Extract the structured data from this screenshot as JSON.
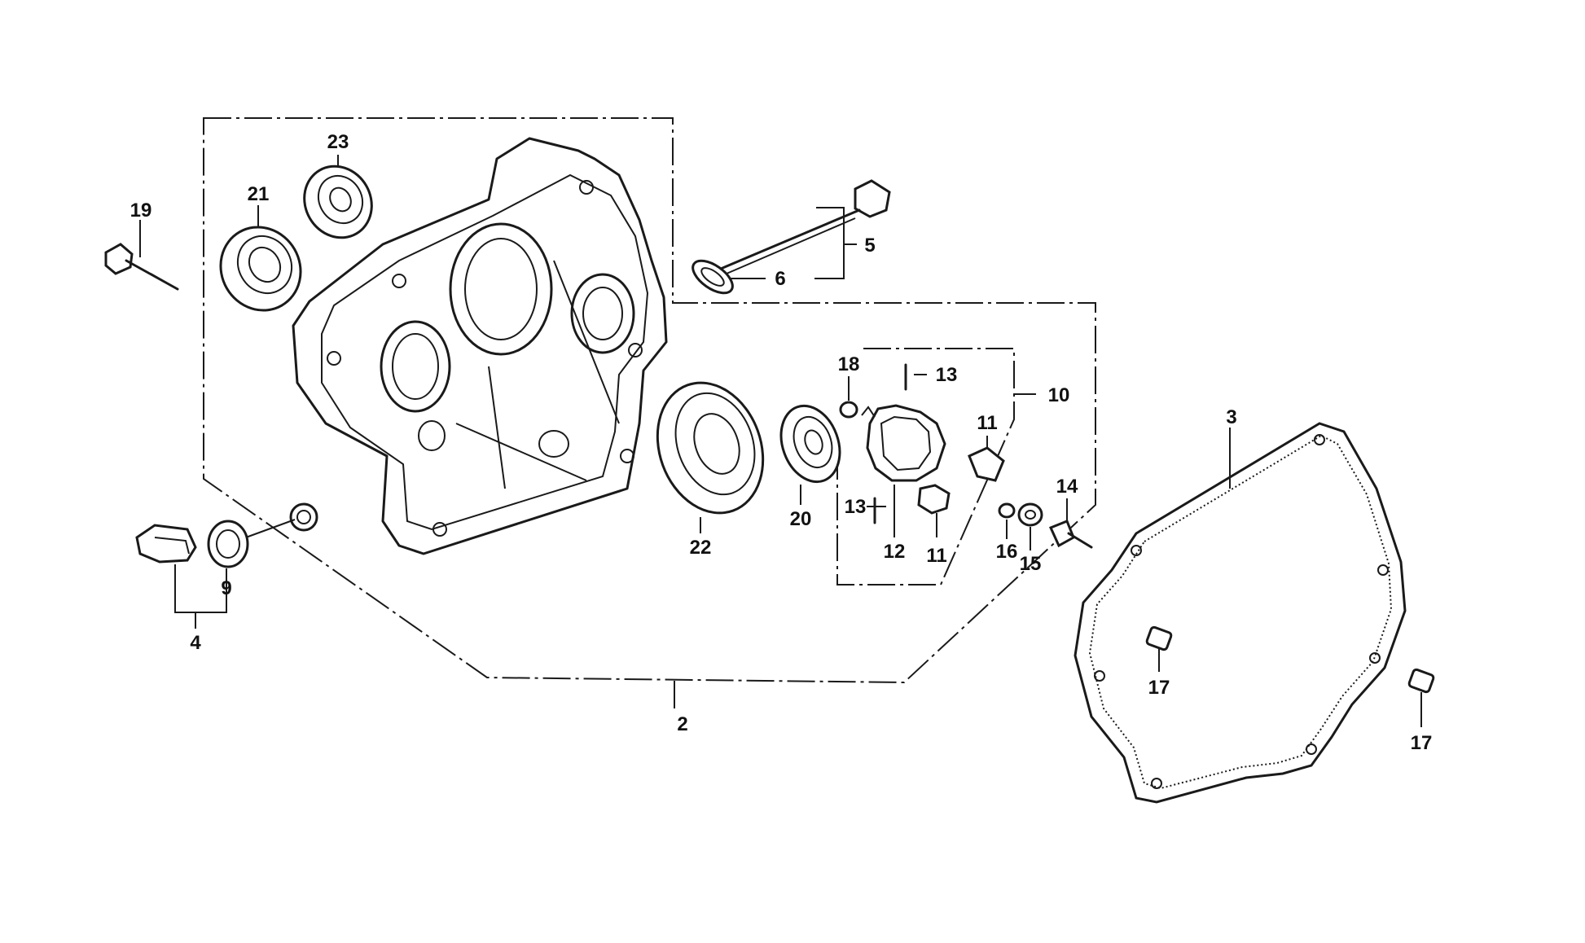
{
  "callouts": {
    "c2": "2",
    "c3": "3",
    "c4": "4",
    "c5": "5",
    "c6": "6",
    "c9": "9",
    "c10": "10",
    "c11a": "11",
    "c11b": "11",
    "c12": "12",
    "c13a": "13",
    "c13b": "13",
    "c14": "14",
    "c15": "15",
    "c16": "16",
    "c17a": "17",
    "c17b": "17",
    "c18": "18",
    "c19": "19",
    "c20": "20",
    "c21": "21",
    "c22": "22",
    "c23": "23"
  },
  "colors": {
    "ink": "#1a1a1a",
    "background": "#ffffff"
  }
}
